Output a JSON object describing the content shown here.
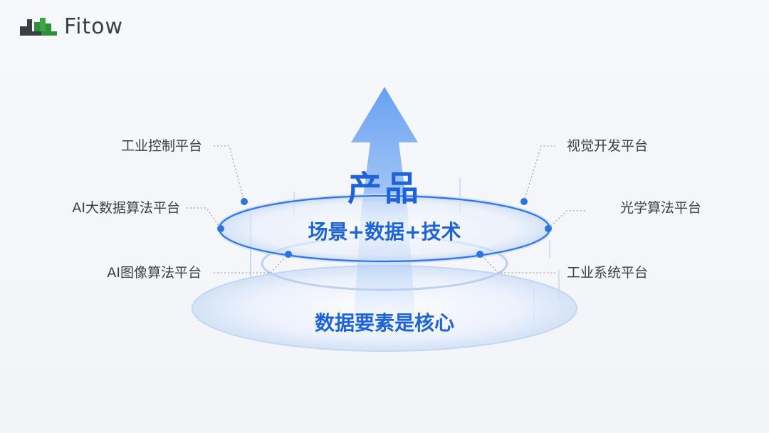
{
  "brand": {
    "name": "Fitow"
  },
  "center": {
    "title": "产品",
    "formula": "场景+数据+技术",
    "core": "数据要素是核心"
  },
  "platforms": {
    "left": [
      "工业控制平台",
      "AI大数据算法平台",
      "AI图像算法平台"
    ],
    "right": [
      "视觉开发平台",
      "光学算法平台",
      "工业系统平台"
    ]
  },
  "colors": {
    "accent": "#1f64d6",
    "dot": "#2b74e6",
    "text": "#3a3d42",
    "logo_green": "#2f8f3a"
  }
}
